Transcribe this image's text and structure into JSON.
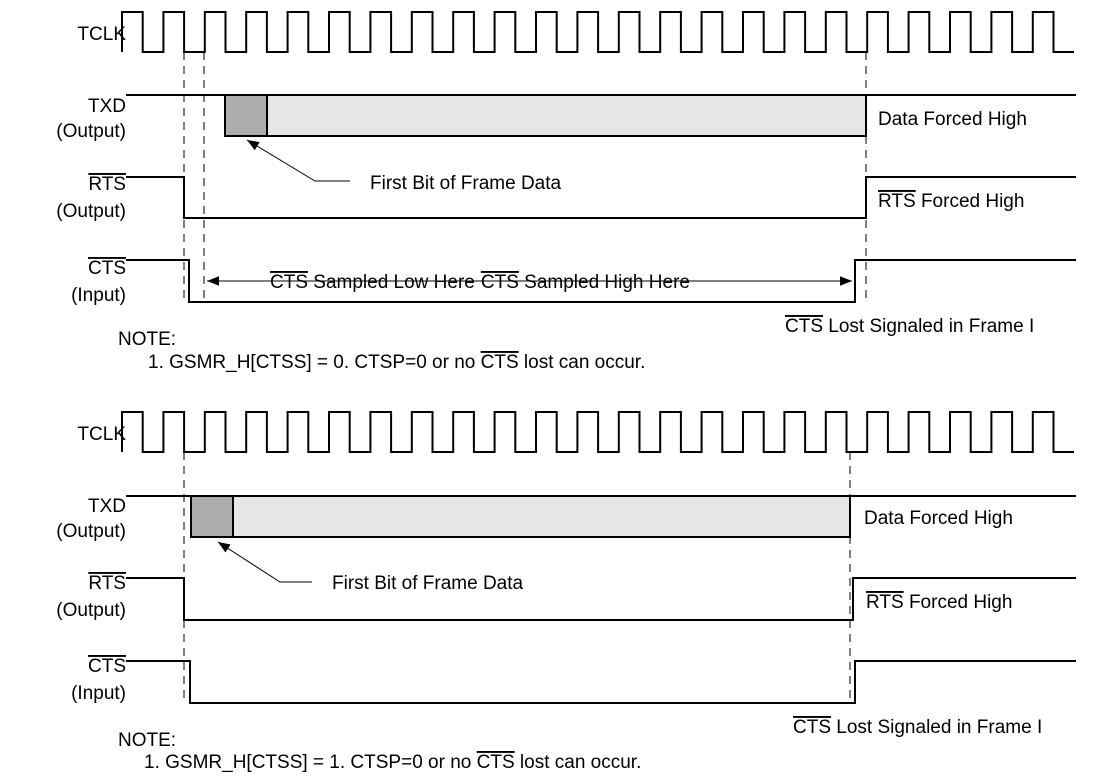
{
  "colors": {
    "background": "#ffffff",
    "line": "#000000",
    "first_bit_fill": "#adadad",
    "frame_fill": "#e6e6e6"
  },
  "panels": [
    {
      "signals": {
        "tclk": {
          "label": "TCLK"
        },
        "txd": {
          "label": "TXD",
          "sublabel": "(Output)"
        },
        "rts": {
          "label": "RTS",
          "sublabel": "(Output)"
        },
        "cts": {
          "label": "CTS",
          "sublabel": "(Input)"
        }
      },
      "annotations": {
        "data_forced_high": "Data Forced High",
        "first_bit": "First Bit of Frame Data",
        "rts_forced_high": {
          "signal": "RTS",
          "text": " Forced High"
        },
        "cts_sampled_low": {
          "signal": "CTS",
          "text": " Sampled Low Here"
        },
        "cts_sampled_high": {
          "signal": "CTS",
          "text": " Sampled High Here"
        },
        "cts_lost": {
          "signal": "CTS",
          "text": " Lost Signaled in Frame I"
        }
      },
      "note": {
        "heading": "NOTE:",
        "prefix": "1.  GSMR_H[CTSS] = 0. CTSP=0 or no ",
        "signal": "CTS",
        "suffix": " lost can occur."
      }
    },
    {
      "signals": {
        "tclk": {
          "label": "TCLK"
        },
        "txd": {
          "label": "TXD",
          "sublabel": "(Output)"
        },
        "rts": {
          "label": "RTS",
          "sublabel": "(Output)"
        },
        "cts": {
          "label": "CTS",
          "sublabel": "(Input)"
        }
      },
      "annotations": {
        "data_forced_high": "Data Forced High",
        "first_bit": "First Bit of Frame Data",
        "rts_forced_high": {
          "signal": "RTS",
          "text": " Forced High"
        },
        "cts_lost": {
          "signal": "CTS",
          "text": " Lost Signaled in Frame I"
        }
      },
      "note": {
        "heading": "NOTE:",
        "prefix": "1. GSMR_H[CTSS] = 1. CTSP=0 or no ",
        "signal": "CTS",
        "suffix": " lost can occur."
      }
    }
  ]
}
